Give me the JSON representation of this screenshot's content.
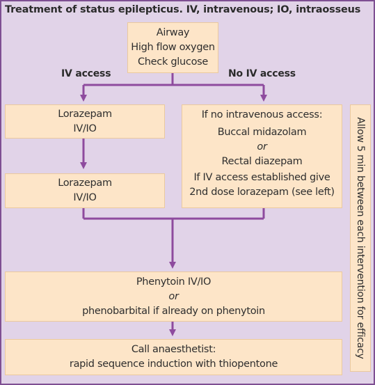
{
  "title": "Treatment of status epilepticus. IV, intravenous; IO, intraosseus",
  "start_box": {
    "lines": [
      "Airway",
      "High flow oxygen",
      "Check glucose"
    ]
  },
  "branch_labels": {
    "left": "IV access",
    "right": "No IV access"
  },
  "left_box_1": {
    "lines": [
      "Lorazepam",
      "IV/IO"
    ]
  },
  "left_box_2": {
    "lines": [
      "Lorazepam",
      "IV/IO"
    ]
  },
  "right_box": {
    "line1": "If no intravenous access:",
    "line2": "Buccal midazolam",
    "line3": "or",
    "line4": "Rectal diazepam",
    "line5": "If IV access established give",
    "line6": "2nd dose lorazepam (see left)"
  },
  "phenytoin_box": {
    "line1": "Phenytoin IV/IO",
    "line2": "or",
    "line3": "phenobarbital if already on phenytoin"
  },
  "anaesthetist_box": {
    "line1": "Call anaesthetist:",
    "line2": "rapid sequence induction with thiopentone"
  },
  "side_note": "Allow 5 min between each intervention for efficacy",
  "colors": {
    "frame_bg": "#e1d3e8",
    "frame_border": "#7e4f92",
    "box_fill": "#fde5c8",
    "arrow": "#8e4b9e"
  }
}
